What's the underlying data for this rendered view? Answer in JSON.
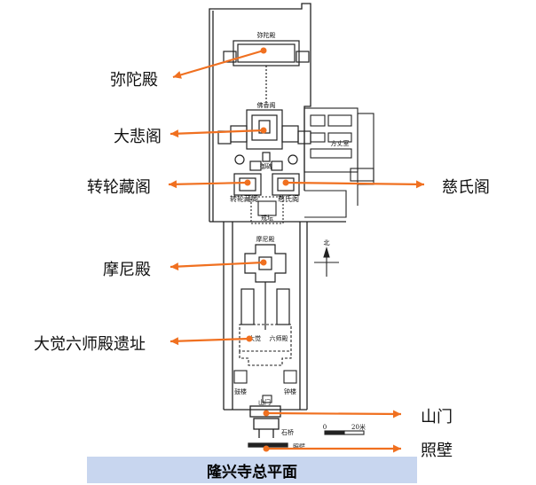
{
  "caption": "隆兴寺总平面",
  "callouts": {
    "mituo": "弥陀殿",
    "dabei": "大悲阁",
    "zhuanlun": "转轮藏阁",
    "cishi": "慈氏阁",
    "moni": "摩尼殿",
    "dajue": "大觉六师殿遗址",
    "shanmen": "山门",
    "zhaobi": "照壁"
  },
  "plan_labels": {
    "mituo": "弥陀殿",
    "foxiang": "佛香阁",
    "yubei": "御碑",
    "zhuanlun": "转轮藏阁",
    "cishi": "慈氏阁",
    "jietan": "戒坛",
    "moni": "摩尼殿",
    "dajue_a": "大觉",
    "dajue_b": "六师殿",
    "gulou": "鼓楼",
    "zhonglou": "钟楼",
    "shanmen": "山门",
    "shiqiao": "石桥",
    "zhaobi": "照壁",
    "fangzhang": "方丈室",
    "north": "北",
    "scale_zero": "0",
    "scale_end": "20米"
  },
  "colors": {
    "arrow": "#f07020",
    "line": "#222222",
    "caption_bg": "#c8d6ef"
  }
}
